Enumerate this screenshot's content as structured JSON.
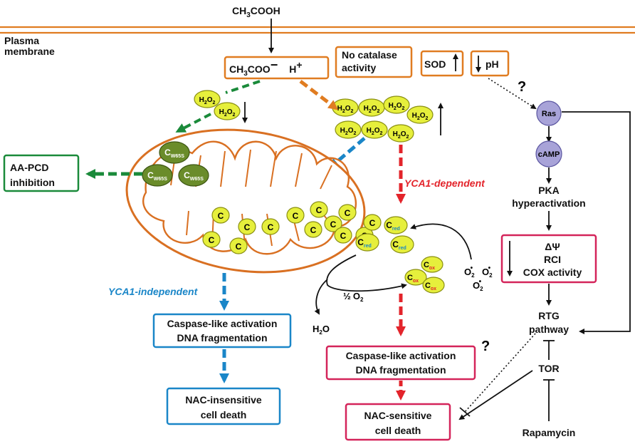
{
  "top": {
    "acetic_acid_main": "CH",
    "acetic_acid_sub": "3",
    "acetic_acid_end": "COOH"
  },
  "membrane": {
    "label_line1": "Plasma",
    "label_line2": "membrane"
  },
  "acetate_box": {
    "ch": "CH",
    "sub": "3",
    "coo": "COO",
    "minus": "−",
    "h": "H",
    "plus": "+"
  },
  "catalase_box": {
    "line1": "No catalase",
    "line2": "activity"
  },
  "sod_box": {
    "label": "SOD"
  },
  "ph_box": {
    "label": "pH"
  },
  "h2o2": {
    "h": "H",
    "two": "2",
    "o": "O"
  },
  "ycell_label": "C",
  "gcell": {
    "c": "C",
    "sub": "W65S"
  },
  "c_red_sub": "red",
  "c_ox_sub": "ox",
  "superoxide": {
    "o": "O",
    "sub": "2",
    "sup": "•",
    "minus": "−"
  },
  "half_o2": {
    "half": "½",
    "o": "O",
    "sub": "2"
  },
  "water": {
    "h": "H",
    "sub": "2",
    "o": "O"
  },
  "question_mark": "?",
  "left_branch": {
    "aapcd_line1": "AA-PCD",
    "aapcd_line2": "inhibition",
    "yca1_independent": "YCA1-independent",
    "caspase_line1": "Caspase-like activation",
    "caspase_line2": "DNA fragmentation",
    "death_line1": "NAC-insensitive",
    "death_line2": "cell death"
  },
  "middle_branch": {
    "yca1_dependent": "YCA1-dependent",
    "caspase_line1": "Caspase-like activation",
    "caspase_line2": "DNA fragmentation",
    "death_line1": "NAC-sensitive",
    "death_line2": "cell death"
  },
  "right_pathway": {
    "ras": "Ras",
    "camp": "cAMP",
    "pka_line1": "PKA",
    "pka_line2": "hyperactivation",
    "delta_psi": "ΔΨ",
    "rci": "RCI",
    "cox": "COX activity",
    "rtg_line1": "RTG",
    "rtg_line2": "pathway",
    "tor": "TOR",
    "rapamycin": "Rapamycin"
  },
  "colors": {
    "orange": "#e07c21",
    "green": "#1a8a3a",
    "blue": "#1a86c8",
    "red": "#d4245a",
    "arrow_red": "#e3242b",
    "yellow": "#e6ef3c",
    "olive": "#6a8c2a"
  }
}
